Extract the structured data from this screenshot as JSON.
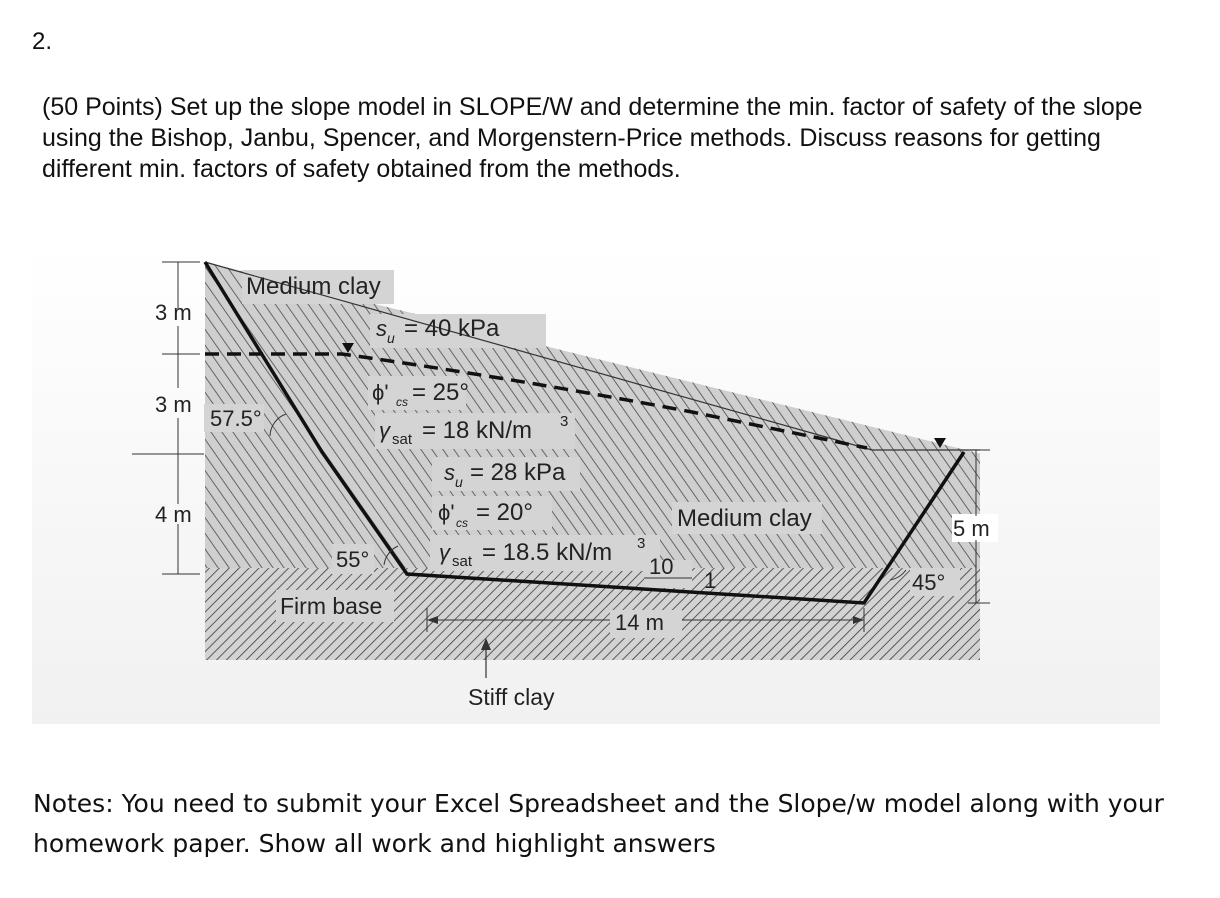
{
  "question": {
    "number": "2.",
    "text": "(50 Points) Set up the slope model in SLOPE/W and determine the min. factor of safety of the slope using the Bishop, Janbu, Spencer, and Morgenstern-Price methods. Discuss reasons for getting different min. factors of safety obtained from the methods."
  },
  "figure": {
    "upper_layer": {
      "name": "Medium clay",
      "su": "= 40 kPa",
      "phi": "= 25°",
      "gamma": "= 18 kN/m",
      "su_sym": "s",
      "su_sub": "u",
      "phi_sym": "ϕ'",
      "phi_sub": "cs",
      "gamma_sym": "γ",
      "gamma_sub": "sat",
      "sup": "3"
    },
    "lower_layer": {
      "name": "Medium clay",
      "su": "= 28 kPa",
      "phi": "= 20°",
      "gamma": "= 18.5 kN/m",
      "sup": "3"
    },
    "dimensions": {
      "h1": "3 m",
      "h2": "3 m",
      "h3": "4 m",
      "right": "5 m",
      "base_width": "14 m"
    },
    "angles": {
      "upper": "57.5°",
      "lower": "55°",
      "right": "45°"
    },
    "slope_ratio": {
      "run": "10",
      "rise": "1"
    },
    "labels": {
      "firm_base": "Firm base",
      "stiff_clay": "Stiff clay"
    }
  },
  "notes": "Notes: You need to submit your Excel Spreadsheet and the Slope/w model along with your homework paper. Show all work and highlight answers"
}
